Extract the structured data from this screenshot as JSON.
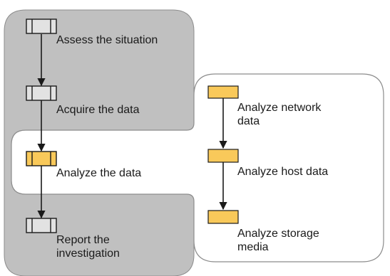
{
  "main_process": {
    "steps": [
      {
        "label": "Assess the situation",
        "highlighted": false
      },
      {
        "label": "Acquire the data",
        "highlighted": false
      },
      {
        "label": "Analyze the data",
        "highlighted": true
      },
      {
        "label": "Report the\ninvestigation",
        "highlighted": false
      }
    ]
  },
  "sub_process": {
    "steps": [
      {
        "label": "Analyze network\ndata"
      },
      {
        "label": "Analyze host data"
      },
      {
        "label": "Analyze storage\nmedia"
      }
    ]
  },
  "colors": {
    "main_panel": "#c0c0c0",
    "sub_panel": "#ffffff",
    "panel_border": "#8c8c8c",
    "plain_box": "#e2e2e2",
    "highlight_box": "#f9c95a",
    "box_stroke": "#1a1a1a",
    "arrow": "#1a1a1a"
  }
}
